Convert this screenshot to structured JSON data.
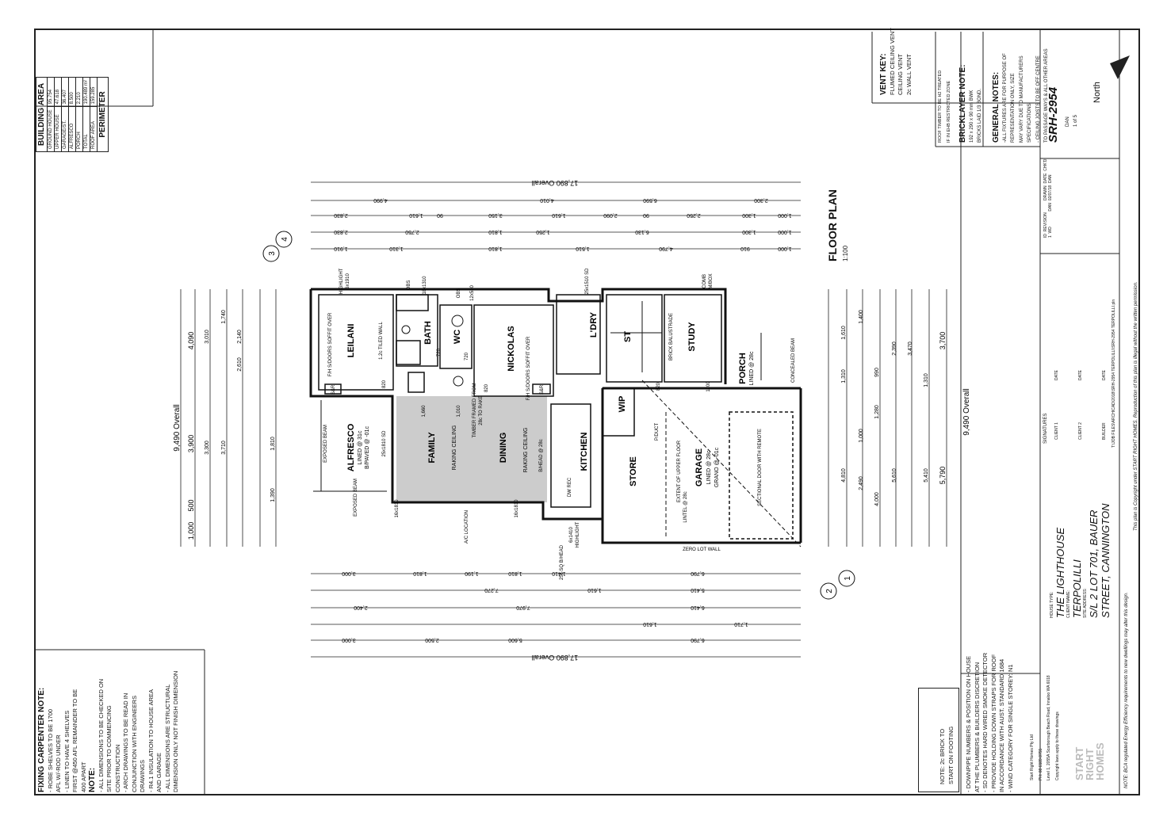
{
  "building_area": {
    "title": "BUILDING AREA",
    "rows": [
      {
        "label": "GROUND HOUSE",
        "value": "95.754"
      },
      {
        "label": "UPPER HOUSE",
        "value": "47.618"
      },
      {
        "label": "GARAGE/ST.",
        "value": "36.407"
      },
      {
        "label": "ALFRESCO",
        "value": "8.500"
      },
      {
        "label": "PORCH",
        "value": "2.210"
      },
      {
        "label": "TOTAL",
        "value": "190.489 m²"
      },
      {
        "label": "ROOF AREA",
        "value": "159.285"
      }
    ],
    "perimeter": "PERIMETER"
  },
  "fixing_notes": {
    "title": "FIXING CARPENTER NOTE:",
    "lines": [
      "- ROBE SHELVES TO BE 1700",
      "  AFL W/-ROD UNDER",
      "- LINEN TO HAVE 4 SHELVES",
      "  FIRST @450 AFL REMAINDER TO BE",
      "  400 APART"
    ],
    "note_title": "NOTE:",
    "note_lines": [
      "- ALL DIMENSIONS TO BE CHECKED ON",
      "  SITE PRIOR TO COMMENCING",
      "  CONSTRUCTION",
      "- ARCH DRAWINGS TO BE READ IN",
      "  CONJUNCTION WITH ENGINEERS",
      "  DRAWINGS",
      "- R4.1 INSULATION TO HOUSE AREA",
      "  AND GARAGE",
      "- ALL DIMENSIONS ARE STRUCTURAL",
      "  DIMENSION ONLY NOT FINISH DIMENSION"
    ]
  },
  "plumber_notes": [
    "- DOWNPIPE NUMBERS & POSITION ON HOUSE",
    "  AT THE PLUMBERS & BUILDERS DISCRETION",
    "- SD DENOTES HARD WIRED SMOKE DETECTOR",
    "- PROVIDE HOLDING DOWN STRAPS FOR ROOF",
    "  IN ACCORDANCE WITH AUST. STANDARD 1684",
    "- WIND CATEGORY FOR SINGLE STOREY: N1"
  ],
  "brick_note": [
    "NOTE: 2c BRICK TO",
    "START ON FOOTING"
  ],
  "brand": {
    "name_lines": [
      "START",
      "RIGHT",
      "HOMES"
    ],
    "company": "Start Right Homes Pty Ltd",
    "ph": "PH: 08 6189 8755",
    "address": "Level 1, 2055A Scarborough Beach Road, Innaloo WA 6018",
    "copyright": "Copyright laws apply to these drawings"
  },
  "title_block": {
    "house_type_label": "HOUSE TYPE:",
    "house_type": "THE LIGHTHOUSE",
    "client_label": "CLIENT NAME:",
    "client": "TERPOLILLI",
    "site_label": "SITE ADDRESS:",
    "site_line1": "S/L 2 LOT 701, BAUER",
    "site_line2": "STREET, CANNINGTON",
    "signatures": "SIGNATURES",
    "client1": "CLIENT 1",
    "client2": "CLIENT 2",
    "builder": "BUILDER",
    "date": "DATE",
    "file_path": "T:\\JOB FILES\\ARCHICAD\\2018\\SRH-2954 TERPOLILLI\\SRH-2954 TERPOLILLI.pln",
    "bca_note": "NOTE: BCA regulated Energy Efficiency requirements to new dwellings may alter this design.",
    "copyright_note": "This plan is Copyright under START RIGHT HOMES. Reproduction of this plan is illegal without the written permission.",
    "rev_headers": [
      "ID",
      "REVISION",
      "DRAWN",
      "DATE",
      "CHK'D"
    ],
    "rev_row": [
      "1",
      "WD",
      "DAN",
      "02/07/18",
      "DAN"
    ],
    "job_no": "SRH-2954",
    "drawn_by": "DAN",
    "sheet": "1 of 5"
  },
  "vent_key": {
    "title": "VENT KEY:",
    "items": [
      "FLUMED CEILING VENT",
      "CEILING VENT",
      "2c WALL VENT"
    ]
  },
  "roof_note": [
    "ROOF TIMBER TO BE H2 TREATED",
    "IF IN EHB RESTRICTED ZONE"
  ],
  "bricklayer": {
    "title": "BRICKLAYER NOTE:",
    "lines": [
      "192 x 290 x 90 mm BWK",
      "BRICKS LAID 1/3 BOND."
    ]
  },
  "general": {
    "title": "GENERAL NOTES:",
    "lines": [
      "-ALL FIXTURES ARE FOR PURPOSE OF",
      "REPRESENTATION ONLY, SIZE",
      "MAY VARY DUE TO MANUFACTURERS",
      "SPECIFICATIONS",
      "- CEILING JOISTS TO BE OFF CENTRE",
      "TO PASSAGE WAYS & ALL OTHER AREAS"
    ]
  },
  "north": "North",
  "plan_title": "FLOOR PLAN",
  "plan_scale": "1:100",
  "rooms": {
    "leilani": "LEILANI",
    "bath": "BATH",
    "wc": "WC",
    "nickolas": "NICKOLAS",
    "ldry": "L'DRY",
    "st": "ST",
    "study": "STUDY",
    "porch": "PORCH",
    "porch_sub": "LINED @ 28c",
    "alfresco": "ALFRESCO",
    "alfresco_sub1": "LINED @ 31c",
    "alfresco_sub2": "B/PAVED @ -01c",
    "family": "FAMILY",
    "family_sub": "RAKING CEILING",
    "dining": "DINING",
    "dining_sub": "RAKING CEILING",
    "kitchen": "KITCHEN",
    "store": "STORE",
    "garage": "GARAGE",
    "garage_sub1": "LINED @ 28c",
    "garage_sub2": "GRANO @ -01c",
    "wip": "WIP"
  },
  "labels": {
    "highlight_top": "HIGHLIGHT",
    "highlight_top2": "6x1910",
    "obs": "OBS",
    "obs2": "18x1310",
    "obs3": "OBS",
    "obs4": "12x510",
    "sd_win": "25x1510 SD",
    "comb": "COMB",
    "mbox": "M/BOX",
    "tiled_wall": "1.2c TILED WALL",
    "brick_bal": "BRICK BALUSTRADE",
    "soffit1": "F/H S/DOORS SOFFIT OVER",
    "soffit2": "F/H S/DOORS SOFFIT OVER",
    "timber_framed": "TIMBER FRAMED FROM",
    "rake": "28c TO RAKE",
    "exposed_beam": "EXPOSED BEAM",
    "exposed_beam2": "EXPOSED BEAM",
    "sd25": "25x1810 SD",
    "bhead": "B/HEAD @ 28c",
    "pduct": "P/DUCT",
    "extent": "EXTENT OF UPPER FLOOR",
    "lintel": "LINTEL @ 28c",
    "sectional": "SECTIONAL DOOR WITH REMOTE",
    "zero_lot": "ZERO LOT WALL",
    "concealed": "CONCEALED BEAM",
    "ac": "A/C LOCATION",
    "highlight_bot": "HIGHLIGHT",
    "highlight_bot2": "6x1410",
    "win1": "16x1810",
    "win2": "16x1810",
    "bhead2": "25c SQ B/HEAD",
    "sr1": "S&R",
    "sr2": "S&R",
    "d820a": "820",
    "d820b": "820",
    "d720a": "720",
    "d720b": "720",
    "d1200": "1200",
    "d820c": "820",
    "d1660": "1,660",
    "d1010": "1,010",
    "dw": "DW REC"
  },
  "dims_top": {
    "overall": "17,890 Overall",
    "row1": [
      "4,990",
      "4,010",
      "6,590",
      "2,300"
    ],
    "row2": [
      "2,830",
      "1,610",
      "90",
      "3,150",
      "1,610",
      "2,090",
      "90",
      "2,250",
      "1,300",
      "1,000"
    ],
    "row3": [
      "2,830",
      "2,750",
      "1,810",
      "1,250",
      "6,130",
      "1,300",
      "1,000"
    ],
    "row4": [
      "1,910",
      "1,310",
      "1,810",
      "1,510",
      "4,790",
      "910",
      "1,000"
    ]
  },
  "dims_bottom": {
    "overall": "17,890 Overall",
    "row1": [
      "3,000",
      "1,810",
      "1,190",
      "1,810",
      "1,410",
      "6,790"
    ],
    "row2": [
      "7,270",
      "1,610",
      "5,410"
    ],
    "row3": [
      "2,400",
      "7,970",
      "6,410"
    ],
    "row4": [
      "1,610",
      "1,710"
    ],
    "row5": [
      "3,000",
      "2,500",
      "5,600",
      "6,790"
    ]
  },
  "dims_left": {
    "overall": "9,490 Overall",
    "row1": [
      "1,000",
      "500",
      "3,900",
      "4,090"
    ],
    "row2": [
      "3,300",
      "3,710",
      "1,390",
      "1,810",
      "2,610",
      "2,140",
      "1,740",
      "3,010"
    ]
  },
  "dims_right": {
    "overall": "9,490 Overall",
    "row1": [
      "5,790",
      "3,700"
    ],
    "row2": [
      "5,410",
      "1,310",
      "3,470"
    ],
    "row3": [
      "4,810",
      "1,310",
      "1,610",
      "5,610",
      "2,390"
    ],
    "row4": [
      "4,000",
      "2,490",
      "1,000",
      "1,400",
      "1,280",
      "990"
    ]
  },
  "markers": [
    "3",
    "4",
    "1",
    "2"
  ]
}
